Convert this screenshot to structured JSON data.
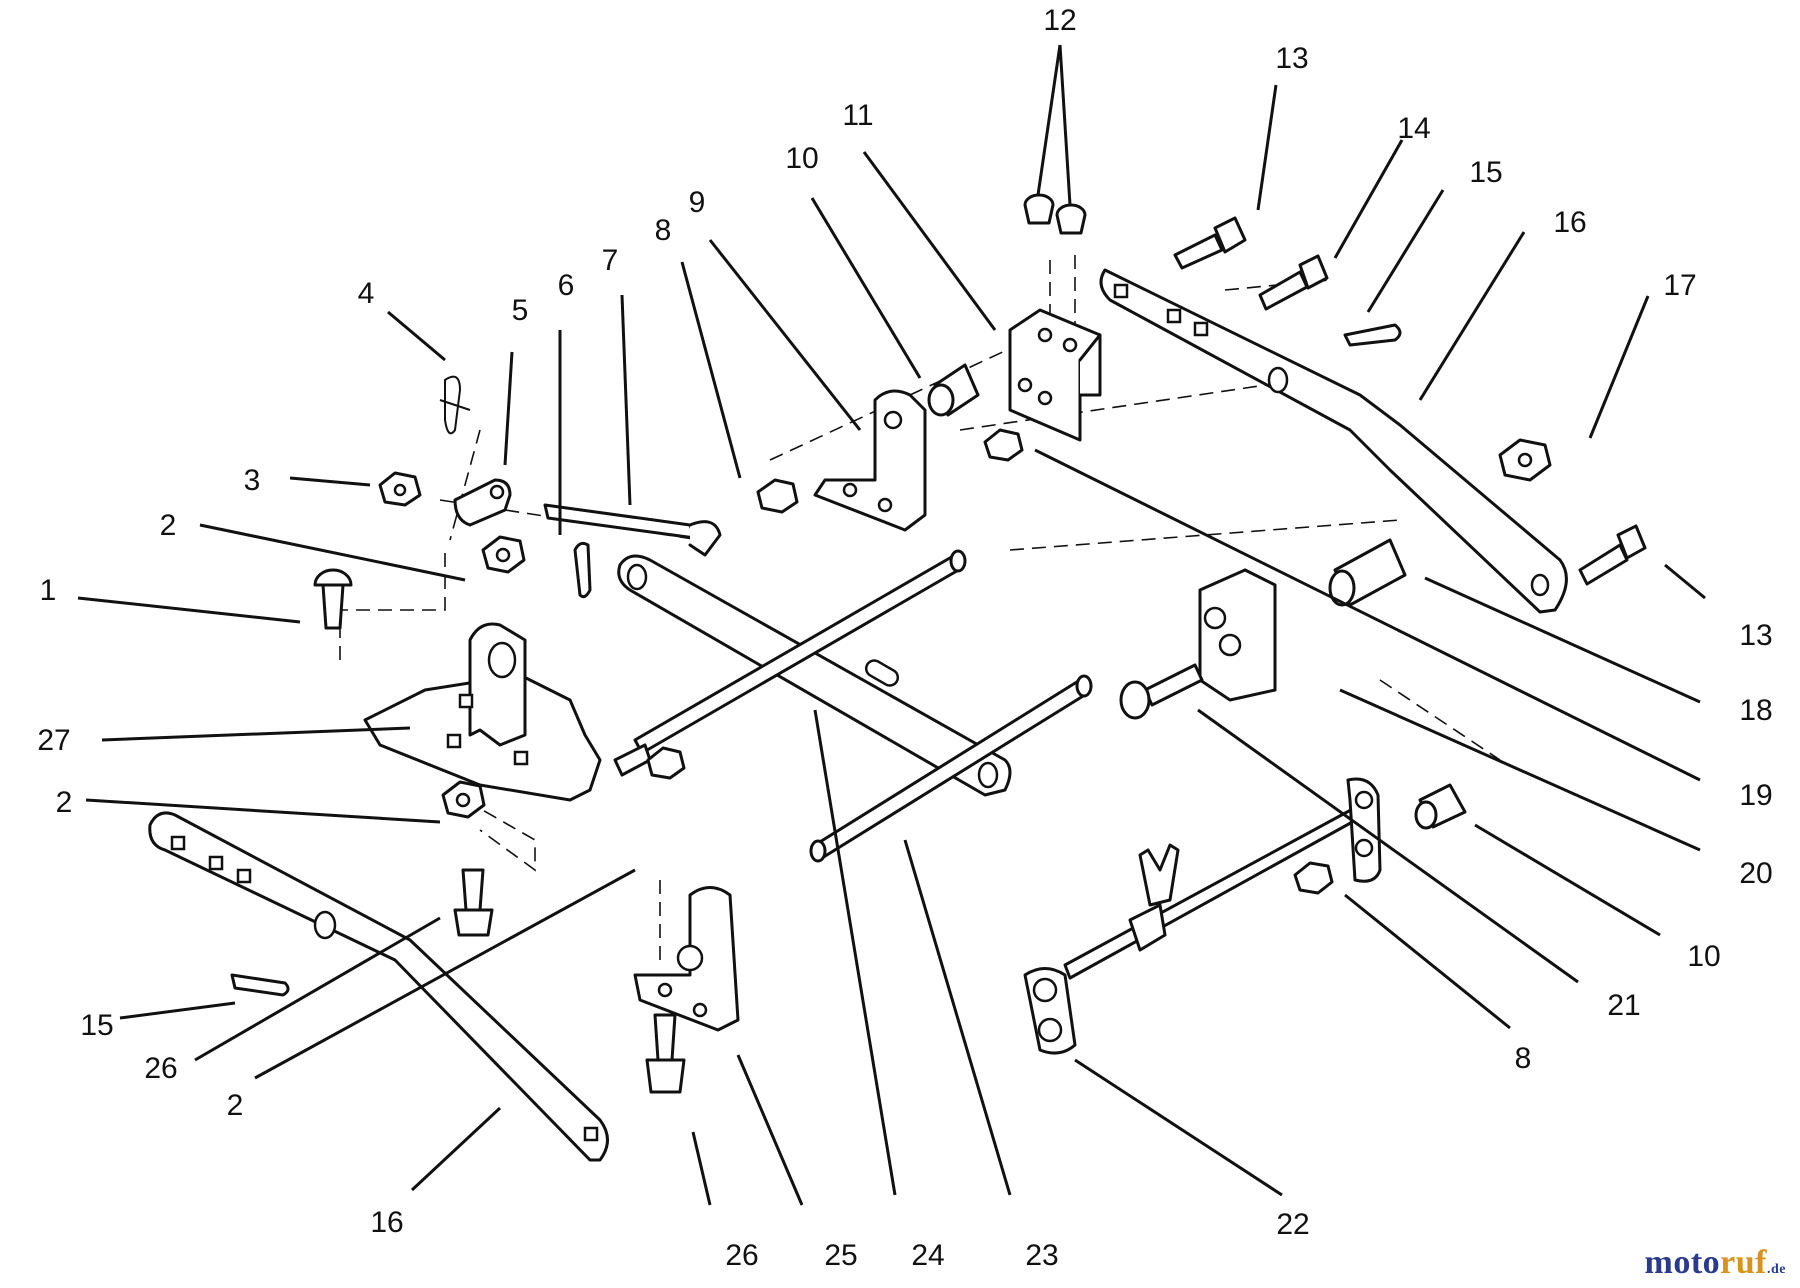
{
  "callouts": [
    {
      "id": "c1",
      "text": "1"
    },
    {
      "id": "c2a",
      "text": "2"
    },
    {
      "id": "c2b",
      "text": "2"
    },
    {
      "id": "c2c",
      "text": "2"
    },
    {
      "id": "c3",
      "text": "3"
    },
    {
      "id": "c4",
      "text": "4"
    },
    {
      "id": "c5",
      "text": "5"
    },
    {
      "id": "c6",
      "text": "6"
    },
    {
      "id": "c7",
      "text": "7"
    },
    {
      "id": "c8a",
      "text": "8"
    },
    {
      "id": "c8b",
      "text": "8"
    },
    {
      "id": "c9",
      "text": "9"
    },
    {
      "id": "c10a",
      "text": "10"
    },
    {
      "id": "c10b",
      "text": "10"
    },
    {
      "id": "c11",
      "text": "11"
    },
    {
      "id": "c12",
      "text": "12"
    },
    {
      "id": "c13a",
      "text": "13"
    },
    {
      "id": "c13b",
      "text": "13"
    },
    {
      "id": "c14",
      "text": "14"
    },
    {
      "id": "c15a",
      "text": "15"
    },
    {
      "id": "c15b",
      "text": "15"
    },
    {
      "id": "c16a",
      "text": "16"
    },
    {
      "id": "c16b",
      "text": "16"
    },
    {
      "id": "c17",
      "text": "17"
    },
    {
      "id": "c18",
      "text": "18"
    },
    {
      "id": "c19",
      "text": "19"
    },
    {
      "id": "c20",
      "text": "20"
    },
    {
      "id": "c21",
      "text": "21"
    },
    {
      "id": "c22",
      "text": "22"
    },
    {
      "id": "c23",
      "text": "23"
    },
    {
      "id": "c24",
      "text": "24"
    },
    {
      "id": "c25",
      "text": "25"
    },
    {
      "id": "c26a",
      "text": "26"
    },
    {
      "id": "c26b",
      "text": "26"
    },
    {
      "id": "c27",
      "text": "27"
    }
  ],
  "watermark": {
    "text_a": "moto",
    "text_b": "ruf",
    "suffix": ".de",
    "color_a": "#2a3a8c",
    "color_b": "#d9921c"
  }
}
